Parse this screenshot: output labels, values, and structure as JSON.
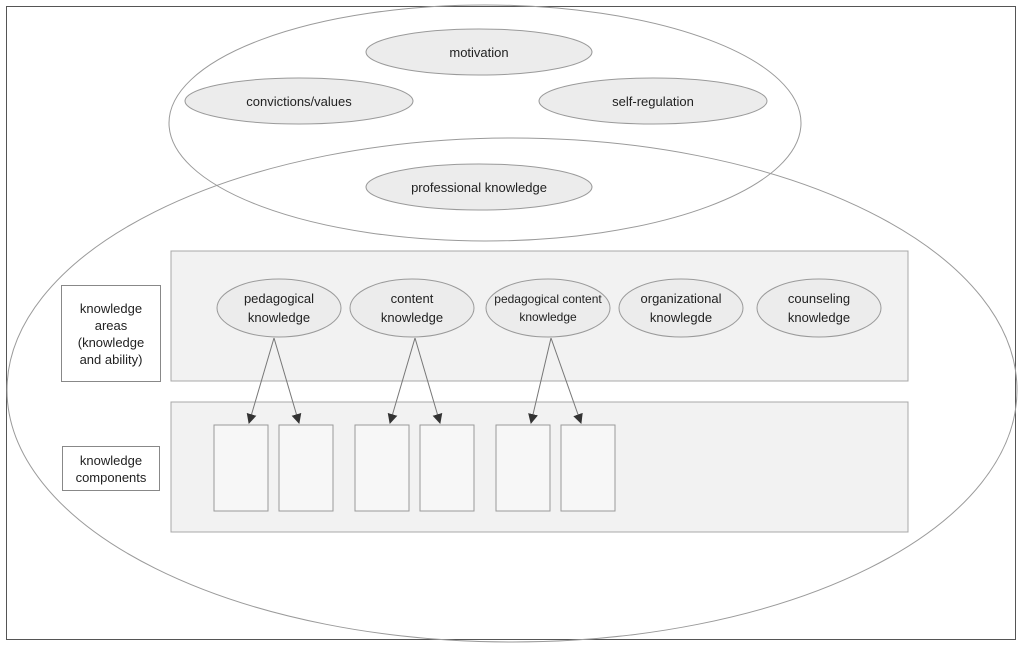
{
  "colors": {
    "frame": "#555555",
    "ellipse_fill": "#ececec",
    "ellipse_stroke": "#9a9a9a",
    "panel_fill": "#f2f2f2",
    "panel_stroke": "#a8a8a8",
    "arrow": "#777777",
    "arrowhead": "#333333"
  },
  "upper_ellipse": {
    "nodes": {
      "motivation": "motivation",
      "convictions": "convictions/values",
      "self_regulation": "self-regulation",
      "professional": "professional knowledge"
    }
  },
  "side_labels": {
    "knowledge_areas": "knowledge\nareas\n(knowledge\nand ability)",
    "knowledge_components": "knowledge\ncomponents"
  },
  "knowledge_areas": [
    {
      "line1": "pedagogical",
      "line2": "knowledge"
    },
    {
      "line1": "content",
      "line2": "knowledge"
    },
    {
      "line1": "pedagogical content",
      "line2": "knowledge"
    },
    {
      "line1": "organizational",
      "line2": "knowlegde"
    },
    {
      "line1": "counseling",
      "line2": "knowledge"
    }
  ]
}
